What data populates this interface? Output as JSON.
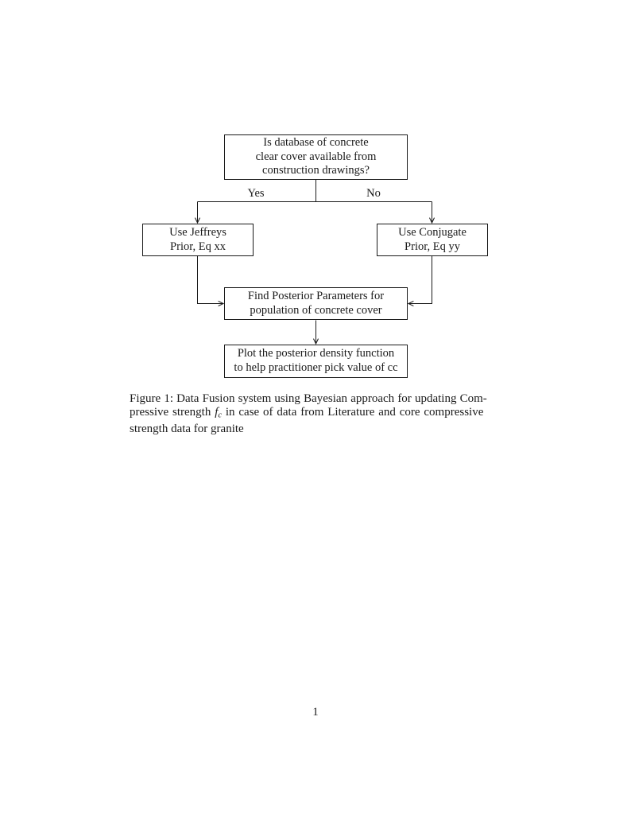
{
  "colors": {
    "background": "#ffffff",
    "ink": "#1a1a1a"
  },
  "flowchart": {
    "nodes": {
      "decision": {
        "text": "Is database of concrete\nclear cover available from\nconstruction drawings?"
      },
      "jeffreys": {
        "text": "Use Jeffreys\nPrior, Eq xx"
      },
      "conjugate": {
        "text": "Use Conjugate\nPrior, Eq yy"
      },
      "posterior": {
        "text": "Find Posterior Parameters for\npopulation of concrete cover"
      },
      "plot": {
        "text": "Plot the posterior density function\nto help practitioner pick value of cc"
      }
    },
    "branch_labels": {
      "yes": "Yes",
      "no": "No"
    }
  },
  "caption": {
    "line1": "Figure 1: Data Fusion system using Bayesian approach for updating Com-",
    "line2_pre": "pressive strength ",
    "math_symbol": "f",
    "math_subscript": "c",
    "line2_post": " in case of data from Literature and core compressive",
    "line3": "strength data for granite"
  },
  "footer": {
    "page_number": "1"
  }
}
